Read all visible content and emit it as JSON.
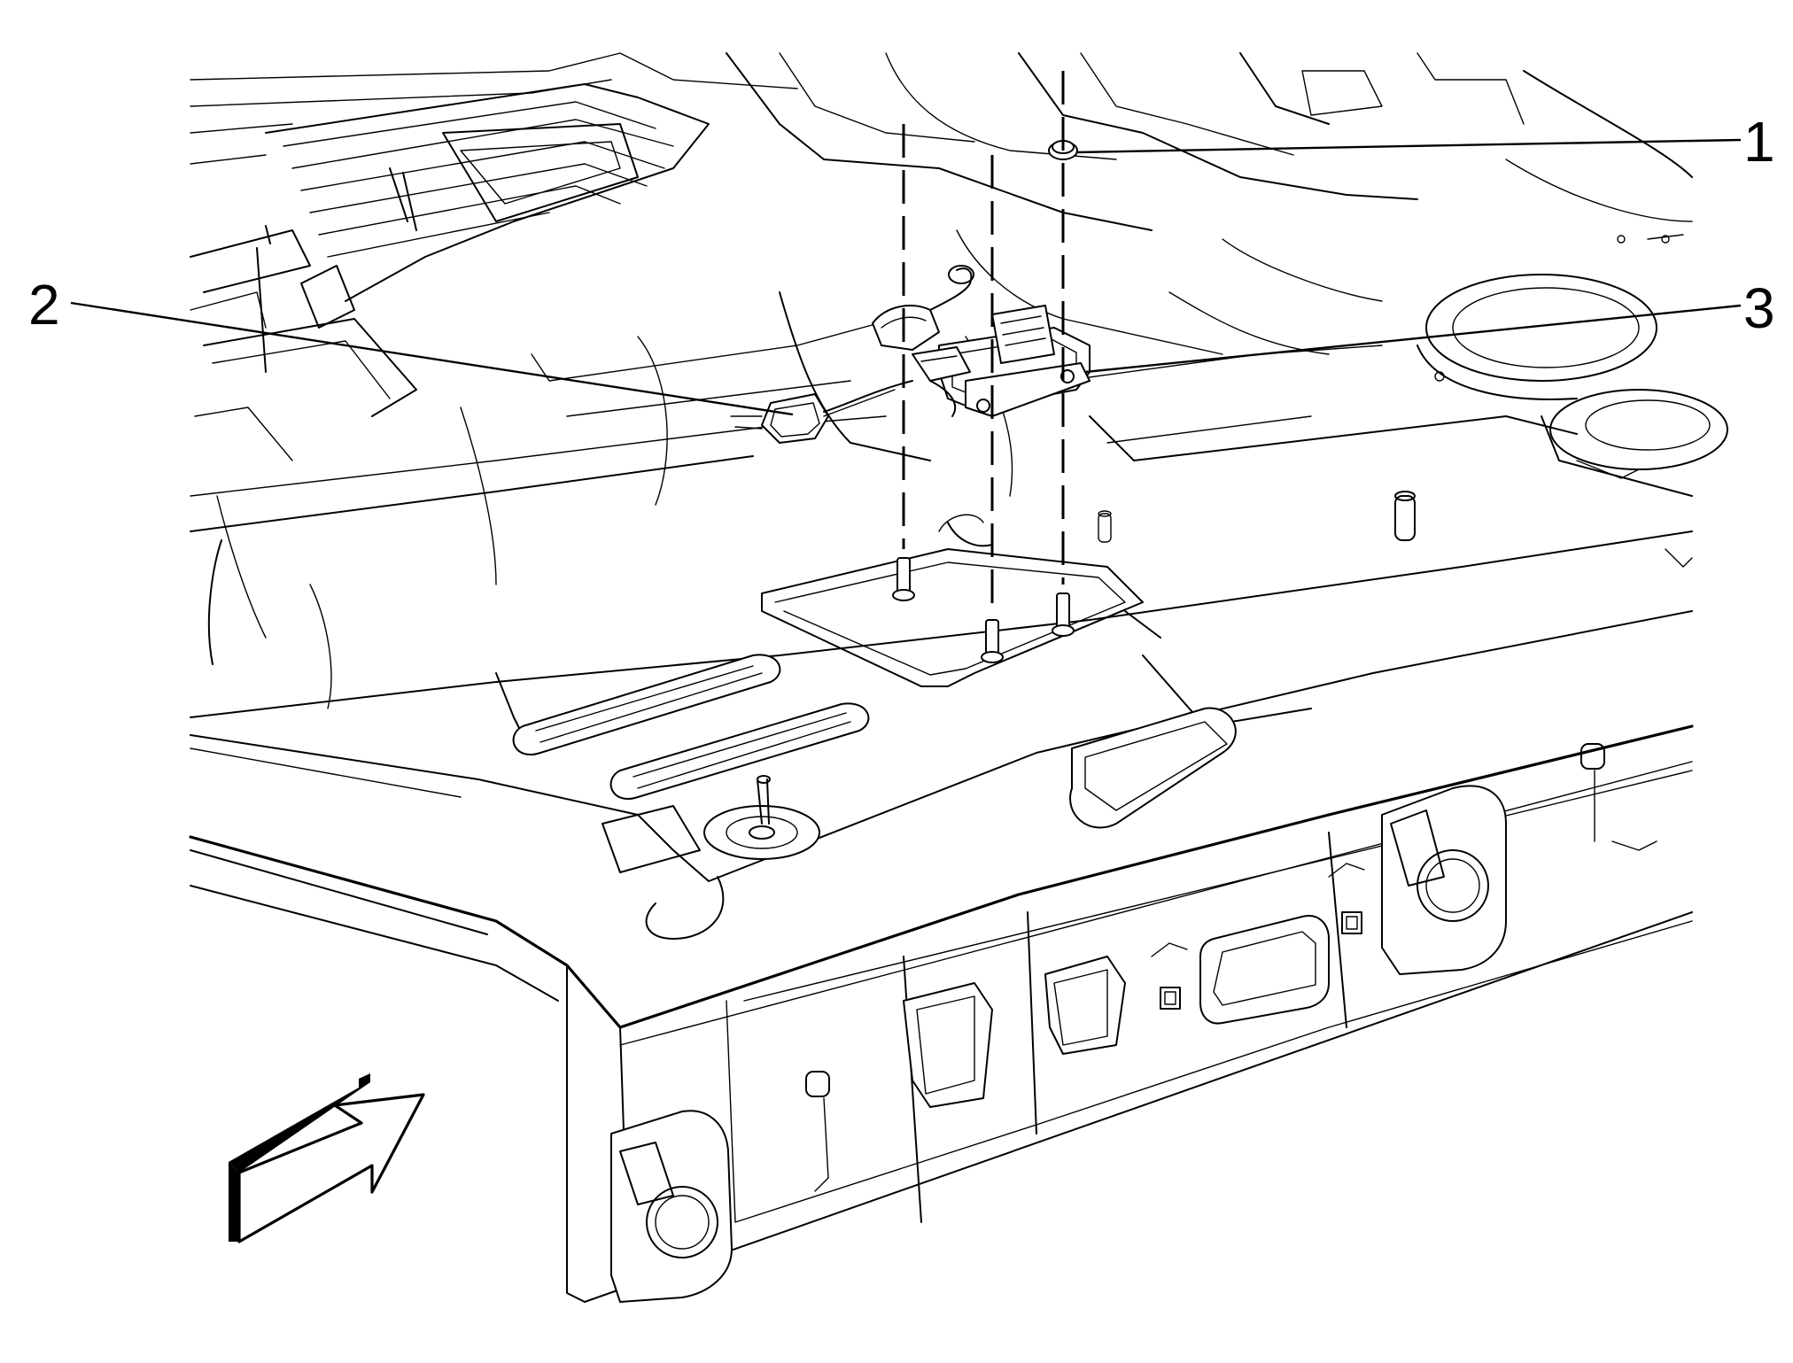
{
  "callouts": [
    {
      "number": "1"
    },
    {
      "number": "2"
    },
    {
      "number": "3"
    }
  ],
  "icons": {
    "direction": "direction-arrow-icon"
  }
}
